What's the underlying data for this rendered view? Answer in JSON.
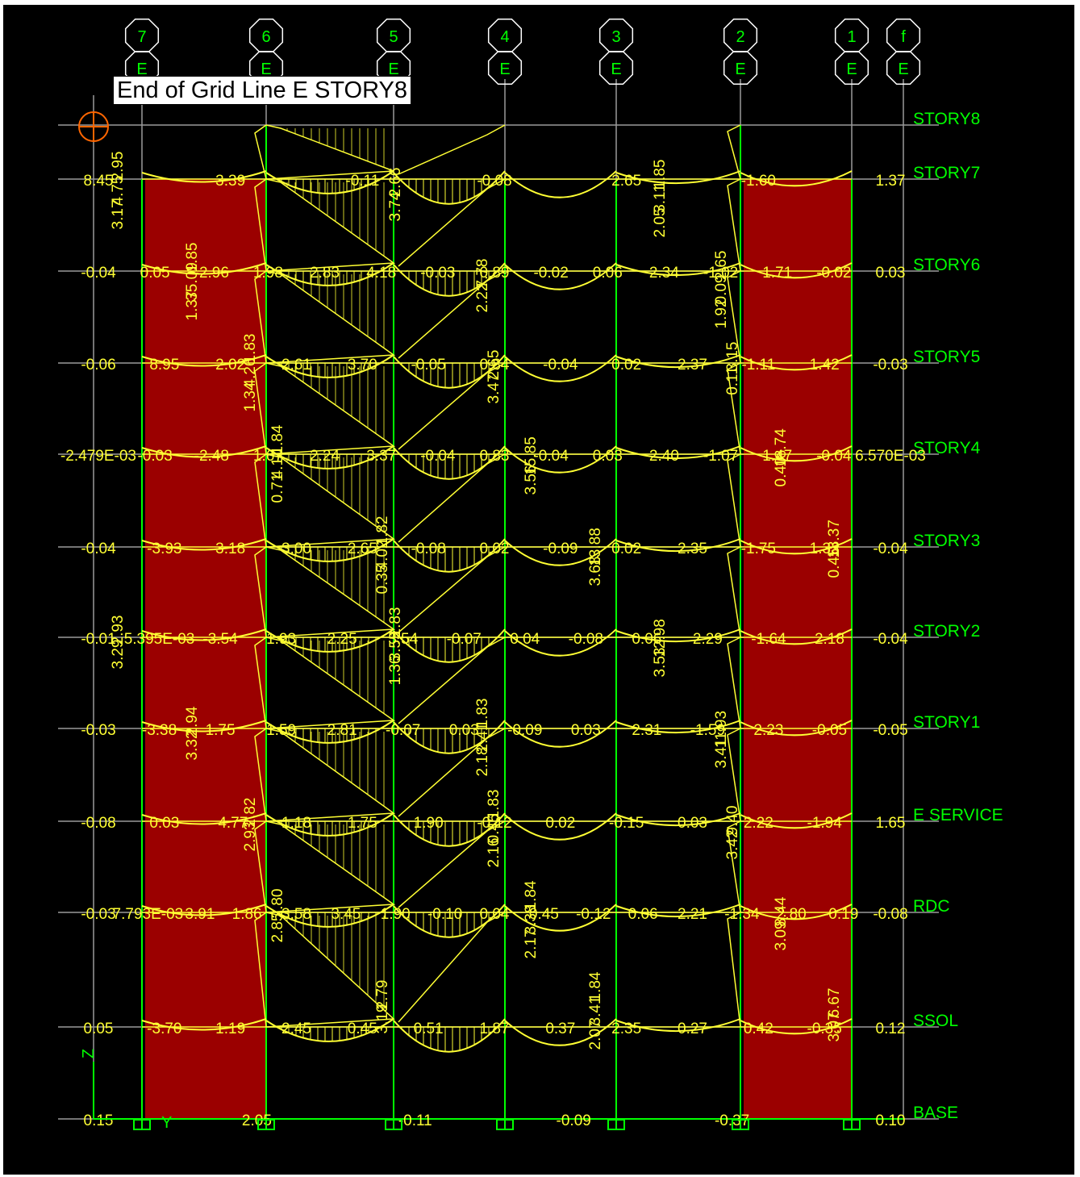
{
  "tooltip": "End of Grid Line  E  STORY8",
  "grid_columns": [
    {
      "num": "7",
      "line": "E"
    },
    {
      "num": "6",
      "line": "E"
    },
    {
      "num": "5",
      "line": "E"
    },
    {
      "num": "4",
      "line": "E"
    },
    {
      "num": "3",
      "line": "E"
    },
    {
      "num": "2",
      "line": "E"
    },
    {
      "num": "1",
      "line": "E"
    },
    {
      "num": "f",
      "line": "E"
    }
  ],
  "story_levels": [
    "STORY8",
    "STORY7",
    "STORY6",
    "STORY5",
    "STORY4",
    "STORY3",
    "STORY2",
    "STORY1",
    "E SERVICE",
    "RDC",
    "SSOL",
    "BASE"
  ],
  "axis_labels": {
    "vertical": "Z",
    "horizontal": "Y"
  },
  "colors": {
    "background": "#000000",
    "grid": "#9a9a9a",
    "member": "#00ff00",
    "diagram": "#ffff33",
    "label": "#00ff00",
    "wall_fill": "#9b0000",
    "pick_marker": "#ff6600"
  },
  "beam_labels": {
    "STORY7": [
      "8.45",
      "3.39",
      "-0.11",
      "-0.08",
      "2.65",
      "-1.60",
      "1.37"
    ],
    "STORY6": [
      "-0.04",
      "0.05",
      "-2.96",
      "1.98",
      "2.83",
      "4.18",
      "-0.03",
      "0.89",
      "-0.02",
      "0.06",
      "2.34",
      "-1.02",
      "1.71",
      "-0.02",
      "0.03"
    ],
    "STORY5": [
      "-0.06",
      "8.95",
      "2.02",
      "2.61",
      "3.70",
      "-0.05",
      "0.84",
      "-0.04",
      "0.02",
      "2.37",
      "-1.11",
      "1.42",
      "-0.03"
    ],
    "STORY4": [
      "-2.479E-03",
      "-0.03",
      "-2.48",
      "1.67",
      "2.24",
      "3.37",
      "-0.04",
      "0.83",
      "-0.04",
      "0.03",
      "2.40",
      "-1.07",
      "1.47",
      "-0.04",
      "6.570E-03"
    ],
    "STORY3": [
      "-0.04",
      "-3.93",
      "3.18",
      "3.00",
      "2.65",
      "-0.08",
      "0.02",
      "-0.09",
      "0.02",
      "2.35",
      "-1.75",
      "1.33",
      "-0.04"
    ],
    "STORY2": [
      "-0.01",
      "5.395E-03",
      "-3.54",
      "1.93",
      "2.25",
      "3.54",
      "-0.07",
      "0.04",
      "-0.08",
      "0.06",
      "2.29",
      "-1.64",
      "2.18",
      "-0.04"
    ],
    "STORY1": [
      "-0.03",
      "-3.38",
      "1.75",
      "1.59",
      "2.81",
      "-0.07",
      "0.03",
      "-0.09",
      "0.03",
      "2.31",
      "-1.59",
      "2.23",
      "-0.05",
      "-0.05"
    ],
    "E SERVICE": [
      "-0.08",
      "0.03",
      "-4.77",
      "1.18",
      "1.75",
      "1.90",
      "-0.12",
      "0.02",
      "-0.15",
      "0.03",
      "2.22",
      "-1.94",
      "1.65"
    ],
    "RDC": [
      "-0.03",
      "7.793E-03",
      "-3.91",
      "1.86",
      "3.58",
      "3.45",
      "1.90",
      "-0.10",
      "0.04",
      "0.45",
      "-0.12",
      "0.06",
      "2.21",
      "-1.34",
      "2.80",
      "-0.19",
      "-0.08"
    ],
    "SSOL": [
      "0.05",
      "-3.70",
      "1.19",
      "2.45",
      "0.45",
      "0.51",
      "1.87",
      "0.37",
      "2.35",
      "0.27",
      "0.42",
      "-0.35",
      "0.12"
    ],
    "BASE": [
      "0.15",
      "2.05",
      "-0.11",
      "-0.09",
      "-0.37",
      "0.10"
    ]
  },
  "column_labels": [
    "2.95",
    "1.85",
    "1.83",
    "1.84",
    "1.82",
    "1.83",
    "1.83",
    "1.83",
    "1.84",
    "1.84",
    "1.85",
    "2.65",
    "3.15",
    "18.74",
    "18.37",
    "2.93",
    "2.94",
    "2.82",
    "2.80",
    "2.79",
    "2.66",
    "7.78",
    "2.65",
    "15.85",
    "13.88",
    "12.98",
    "11.93",
    "9.40",
    "8.44",
    "6.67",
    "4.75",
    "35.09",
    "4.26",
    "4.10",
    "4.02",
    "3.55",
    "2.41",
    "0.45",
    "3.38",
    "3.41",
    "3.11",
    "0.09",
    "0.11",
    "0.40",
    "0.45",
    "3.29",
    "3.32",
    "2.93",
    "2.85",
    "3.19",
    "3.74",
    "2.22",
    "3.47",
    "3.56",
    "3.68",
    "3.53",
    "3.41",
    "3.42",
    "3.09",
    "3.07",
    "3.17",
    "1.37",
    "1.34",
    "0.71",
    "0.35",
    "1.36",
    "2.18",
    "2.16",
    "2.17",
    "2.07",
    "2.05",
    "1.92"
  ]
}
